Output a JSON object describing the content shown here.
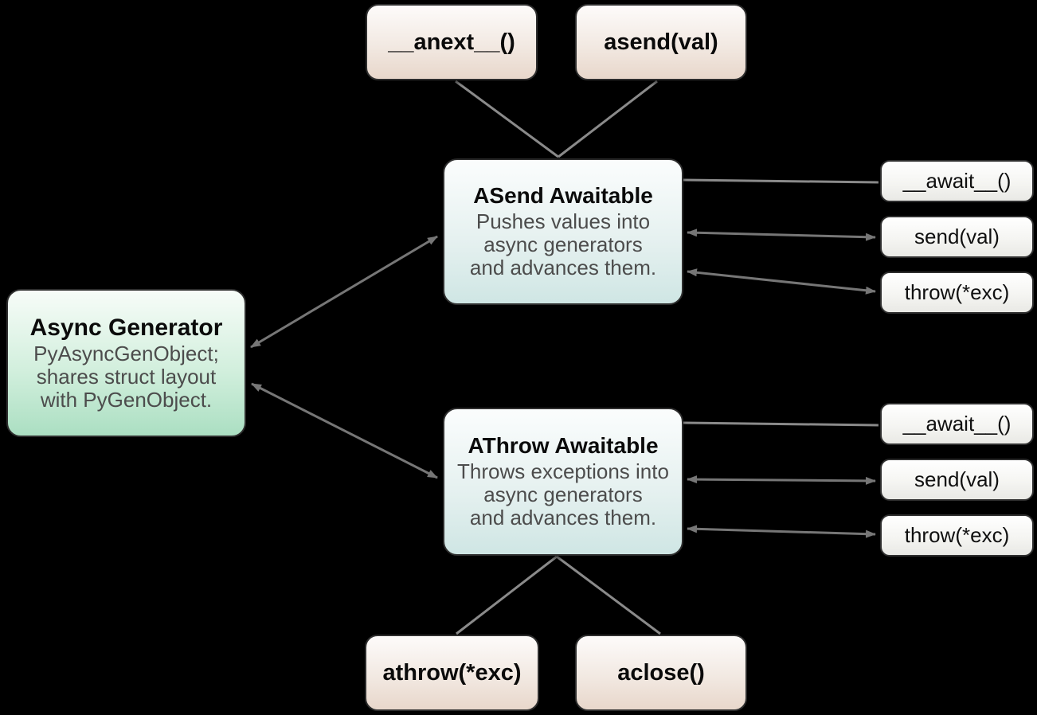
{
  "diagram": {
    "background": "#000000",
    "palette": {
      "plain_line": "#8a8a8a",
      "arrow_line": "#767676",
      "tan_gradient_top": "#fdfbfa",
      "tan_gradient_bottom": "#e8d7cb",
      "teal_gradient_top": "#fbfdfd",
      "teal_gradient_bottom": "#cfe6e4",
      "green_gradient_top": "#f7fcf8",
      "green_gradient_bottom": "#abdfc2",
      "small_box_top": "#ffffff",
      "small_box_bottom": "#e9e9e5",
      "title_text": "#0b0b0b",
      "body_text": "#4c4c4c"
    },
    "nodes": {
      "anext": {
        "label": "__anext__()"
      },
      "asend": {
        "label": "asend(val)"
      },
      "asend_awaitable": {
        "title": "ASend Awaitable",
        "lines": [
          "Pushes values into",
          "async generators",
          "and advances them."
        ]
      },
      "async_generator": {
        "title": "Async Generator",
        "lines": [
          "PyAsyncGenObject;",
          "shares struct layout",
          "with PyGenObject."
        ]
      },
      "athrow_awaitable": {
        "title": "AThrow Awaitable",
        "lines": [
          "Throws exceptions into",
          "async generators",
          "and advances them."
        ]
      },
      "asend_methods": {
        "await_label": "__await__()",
        "send_label": "send(val)",
        "throw_label": "throw(*exc)"
      },
      "athrow_methods": {
        "await_label": "__await__()",
        "send_label": "send(val)",
        "throw_label": "throw(*exc)"
      },
      "athrow_method": {
        "label": "athrow(*exc)"
      },
      "aclose": {
        "label": "aclose()"
      }
    }
  }
}
